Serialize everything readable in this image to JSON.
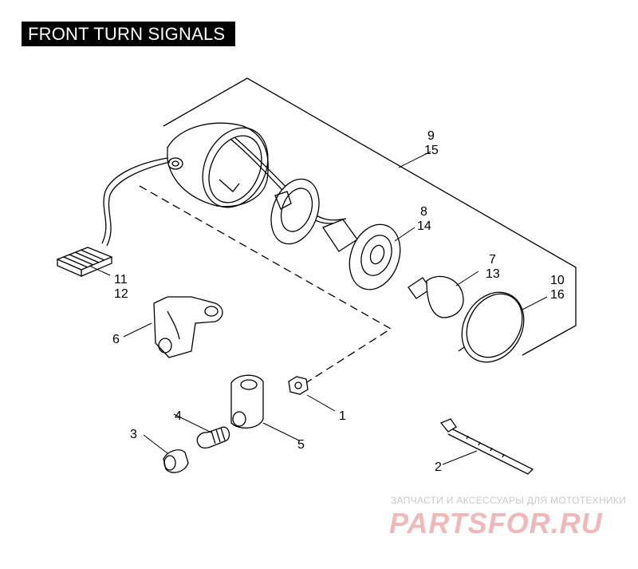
{
  "diagram": {
    "title": "FRONT TURN SIGNALS",
    "callouts": {
      "c1": "1",
      "c2": "2",
      "c3": "3",
      "c4": "4",
      "c5": "5",
      "c6": "6",
      "c7": "7",
      "c13": "13",
      "c8": "8",
      "c14": "14",
      "c9": "9",
      "c15": "15",
      "c10": "10",
      "c16": "16",
      "c11": "11",
      "c12": "12"
    }
  },
  "watermark": {
    "tagline": "ЗАПЧАСТИ И АКСЕССУАРЫ ДЛЯ МОТОТЕХНИКИ",
    "brand": "PARTSFOR.RU"
  }
}
